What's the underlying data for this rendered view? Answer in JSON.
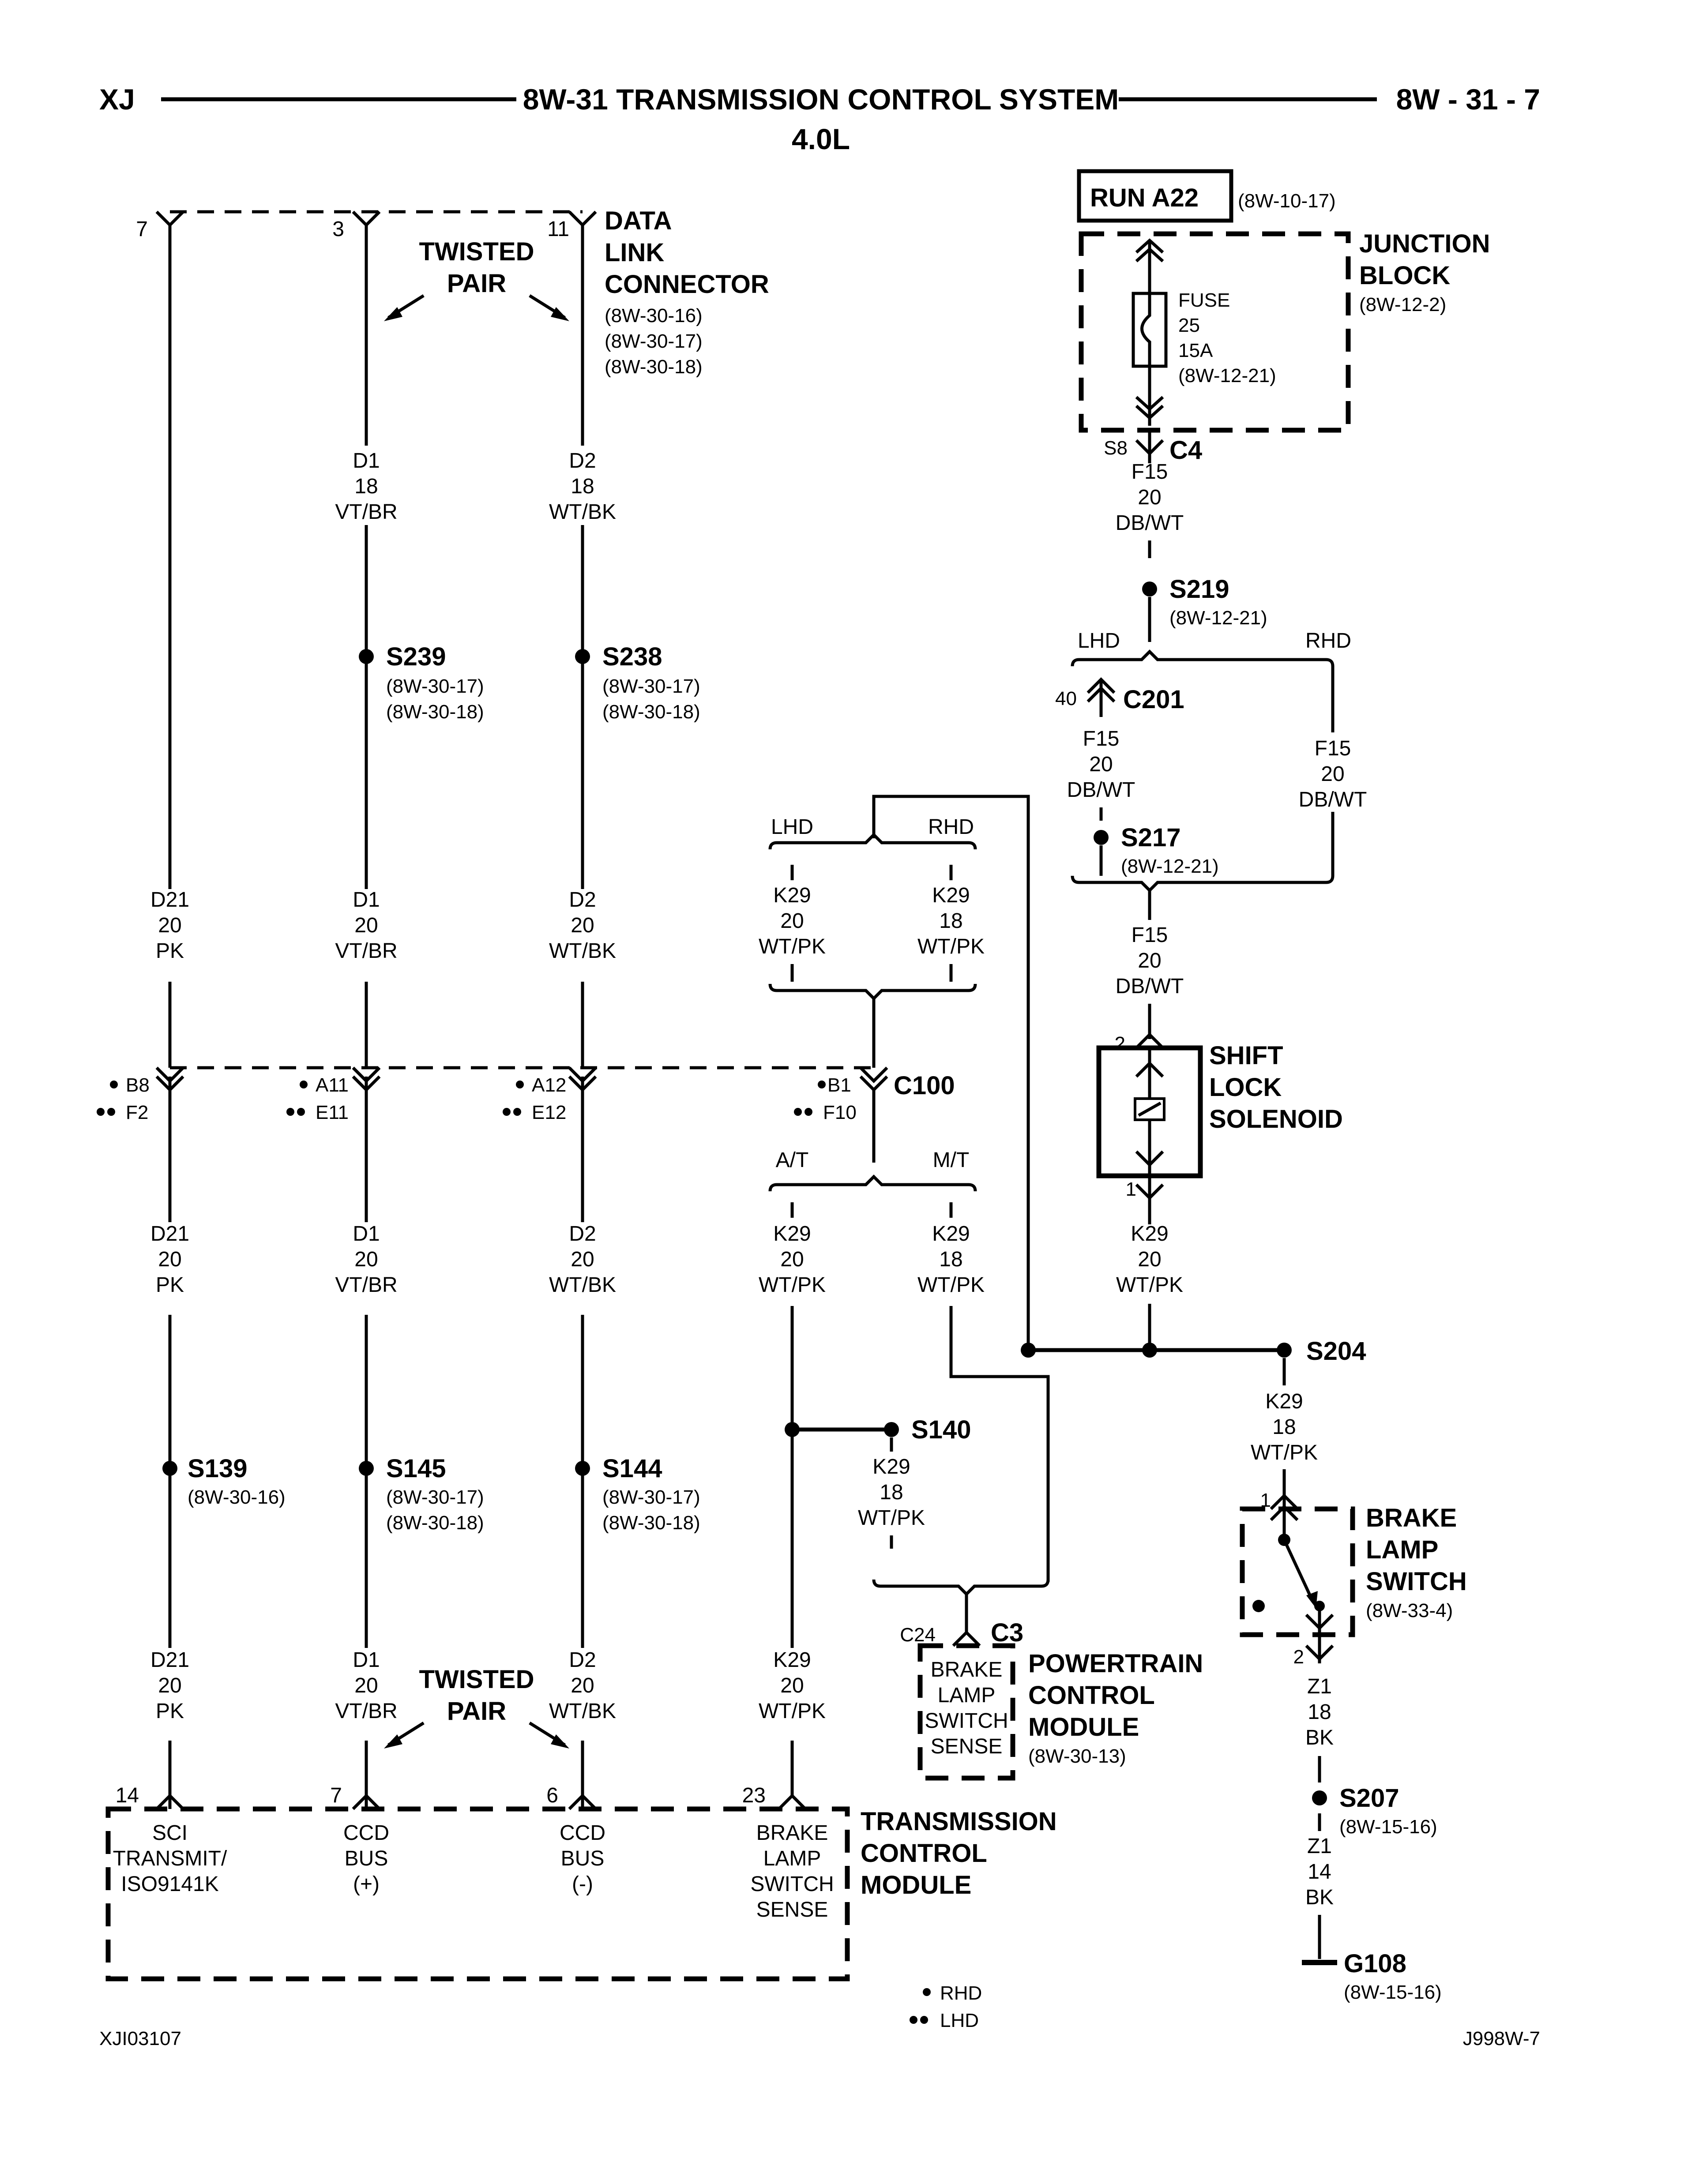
{
  "header": {
    "left": "XJ",
    "title": "8W-31 TRANSMISSION CONTROL SYSTEM",
    "subtitle": "4.0L",
    "right": "8W - 31 - 7"
  },
  "footer": {
    "left": "XJI03107",
    "right": "J998W-7",
    "legend_rhd": "RHD",
    "legend_lhd": "LHD"
  },
  "data_link_connector": {
    "title_1": "DATA",
    "title_2": "LINK",
    "title_3": "CONNECTOR",
    "ref_1": "(8W-30-16)",
    "ref_2": "(8W-30-17)",
    "ref_3": "(8W-30-18)",
    "pin_sci": "7",
    "pin_d1": "3",
    "pin_d2": "11"
  },
  "twisted_pair": {
    "line1": "TWISTED",
    "line2": "PAIR"
  },
  "power": {
    "feed": "RUN A22",
    "feed_ref": "(8W-10-17)",
    "junction_block_1": "JUNCTION",
    "junction_block_2": "BLOCK",
    "junction_block_ref": "(8W-12-2)",
    "fuse_label": "FUSE",
    "fuse_number": "25",
    "fuse_rating": "15A",
    "fuse_ref": "(8W-12-21)",
    "c4_pin": "S8",
    "c4_name": "C4"
  },
  "wires": {
    "d21": {
      "circuit": "D21",
      "gauge": "20",
      "color": "PK"
    },
    "d1_18": {
      "circuit": "D1",
      "gauge": "18",
      "color": "VT/BR"
    },
    "d2_18": {
      "circuit": "D2",
      "gauge": "18",
      "color": "WT/BK"
    },
    "d1_20": {
      "circuit": "D1",
      "gauge": "20",
      "color": "VT/BR"
    },
    "d2_20": {
      "circuit": "D2",
      "gauge": "20",
      "color": "WT/BK"
    },
    "f15": {
      "circuit": "F15",
      "gauge": "20",
      "color": "DB/WT"
    },
    "k29_20": {
      "circuit": "K29",
      "gauge": "20",
      "color": "WT/PK"
    },
    "k29_18": {
      "circuit": "K29",
      "gauge": "18",
      "color": "WT/PK"
    },
    "z1_18": {
      "circuit": "Z1",
      "gauge": "18",
      "color": "BK"
    },
    "z1_14": {
      "circuit": "Z1",
      "gauge": "14",
      "color": "BK"
    }
  },
  "splices": {
    "s239": {
      "name": "S239",
      "ref_1": "(8W-30-17)",
      "ref_2": "(8W-30-18)"
    },
    "s238": {
      "name": "S238",
      "ref_1": "(8W-30-17)",
      "ref_2": "(8W-30-18)"
    },
    "s219": {
      "name": "S219",
      "ref_1": "(8W-12-21)"
    },
    "s217": {
      "name": "S217",
      "ref_1": "(8W-12-21)"
    },
    "s204": {
      "name": "S204"
    },
    "s140": {
      "name": "S140"
    },
    "s139": {
      "name": "S139",
      "ref_1": "(8W-30-16)"
    },
    "s145": {
      "name": "S145",
      "ref_1": "(8W-30-17)",
      "ref_2": "(8W-30-18)"
    },
    "s144": {
      "name": "S144",
      "ref_1": "(8W-30-17)",
      "ref_2": "(8W-30-18)"
    },
    "s207": {
      "name": "S207",
      "ref_1": "(8W-15-16)"
    }
  },
  "branches": {
    "lhd": "LHD",
    "rhd": "RHD",
    "at": "A/T",
    "mt": "M/T"
  },
  "c201": {
    "name": "C201",
    "pin": "40"
  },
  "c100": {
    "name": "C100",
    "b8": "B8",
    "f2": "F2",
    "a11": "A11",
    "e11": "E11",
    "a12": "A12",
    "e12": "E12",
    "b1": "B1",
    "f10": "F10"
  },
  "shift_lock_solenoid": {
    "line1": "SHIFT",
    "line2": "LOCK",
    "line3": "SOLENOID",
    "pin_top": "2",
    "pin_bottom": "1"
  },
  "brake_lamp_switch": {
    "line1": "BRAKE",
    "line2": "LAMP",
    "line3": "SWITCH",
    "ref": "(8W-33-4)",
    "pin_top": "1",
    "pin_bottom": "2"
  },
  "pcm": {
    "connector_pin": "C24",
    "connector": "C3",
    "pin_line1": "BRAKE",
    "pin_line2": "LAMP",
    "pin_line3": "SWITCH",
    "pin_line4": "SENSE",
    "title_1": "POWERTRAIN",
    "title_2": "CONTROL",
    "title_3": "MODULE",
    "ref": "(8W-30-13)"
  },
  "tcm": {
    "title_1": "TRANSMISSION",
    "title_2": "CONTROL",
    "title_3": "MODULE",
    "pin_14": "14",
    "pin_7": "7",
    "pin_6": "6",
    "pin_23": "23",
    "sci_1": "SCI",
    "sci_2": "TRANSMIT/",
    "sci_3": "ISO9141K",
    "ccd_1": "CCD",
    "ccd_2": "BUS",
    "ccd_plus": "(+)",
    "ccd_minus": "(-)",
    "brake_1": "BRAKE",
    "brake_2": "LAMP",
    "brake_3": "SWITCH",
    "brake_4": "SENSE"
  },
  "ground": {
    "name": "G108",
    "ref": "(8W-15-16)"
  }
}
